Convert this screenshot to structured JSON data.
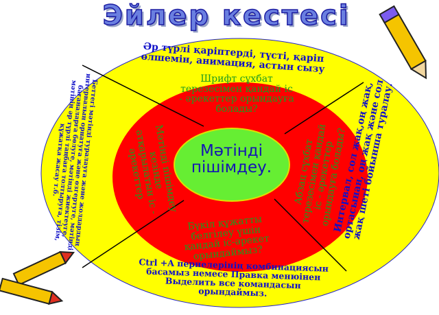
{
  "title": "Эйлер кестесі",
  "center": "Мәтінді пішімдеу.",
  "red_ring": {
    "top": "Шрифт сұхбат терезесімен қандай іс - әрекеттер орындауға болады?",
    "right": "Абзац сұхбат терезесімен қандай іс - әрекеттер орындауға болады?",
    "bottom": "Бүкіл құжатты белгілеу үшін қандай іс-әрекет орындаймыз?",
    "left": "Мәтінді пішімдеу кезінде атқарылатын іс - әрекеттер"
  },
  "yellow_ring": {
    "top": "Әр түрлі қаріптерді, түсті, қаріп өлшемін, анимация, астын сызу",
    "right": "Интервал, сол жақ,оң жақ, ортасынан, оң жақ және сол жақ шеті бойынша туралау.",
    "bottom": "Ctrl +A пернелерінің комбинациясын басамыз немесе Правка менюінен Выделить все командасын орындаймыз.",
    "left": "Беттегі мәтінді туралауға және жолдардың интервалын орнатуға және өзгертуге, мәтінді бағаналарға бөлуге, мәтінді жиектеуге, мәтінің әр түрлі таңбаға толтыруға, тізім, құжатқа жасау т.б."
  },
  "colors": {
    "outer": "#ffff00",
    "middle": "#ff0000",
    "inner": "#66ee33",
    "text_blue": "#1010c8",
    "text_green": "#1e9a1e"
  }
}
